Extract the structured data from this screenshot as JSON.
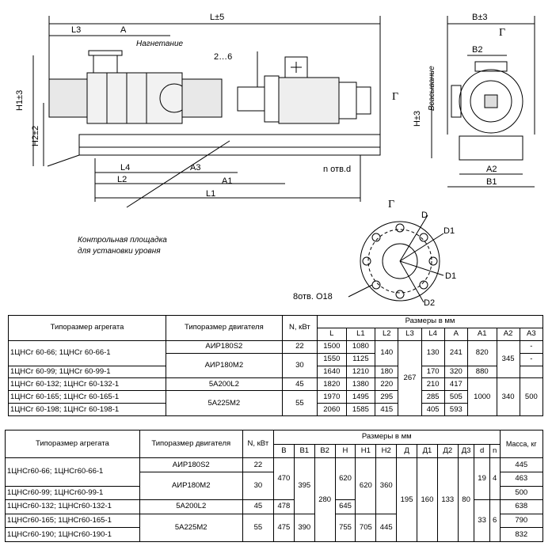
{
  "drawing": {
    "labels": {
      "L": "L±5",
      "L3": "L3",
      "A": "A",
      "nagnetanie": "Нагнетание",
      "gap": "2…6",
      "H1": "H1±3",
      "H2": "H2±2",
      "L4": "L4",
      "L2": "L2",
      "A3": "A3",
      "A1": "A1",
      "L1": "L1",
      "nholes": "n отв.d",
      "platform1": "Контрольная площадка",
      "platform2": "для установки уровня",
      "B": "B±3",
      "G": "Г",
      "B2": "B2",
      "vsasyvanie": "Всасывание",
      "H": "H±3",
      "A2": "A2",
      "B1": "B1",
      "G2": "Г",
      "G3": "Г",
      "D": "D",
      "D1a": "D1",
      "D1b": "D1",
      "D2": "D2",
      "holes": "8отв. O18"
    }
  },
  "table1": {
    "head": {
      "col1": "Типоразмер агрегата",
      "col2": "Типоразмер двигателя",
      "col3": "N, кВт",
      "group": "Размеры в мм",
      "sub": [
        "L",
        "L1",
        "L2",
        "L3",
        "L4",
        "A",
        "A1",
        "A2",
        "A3"
      ]
    },
    "rows": {
      "r1": {
        "name": "1ЦНСг 60-66; 1ЦНСг 60-66-1",
        "motor": "АИР180S2",
        "n": "22",
        "L": "1500",
        "L1": "1080",
        "A3": "-"
      },
      "r2": {
        "motor": "АИР180М2",
        "n": "30",
        "L": "1550",
        "L1": "1125",
        "A3": "-"
      },
      "r3": {
        "name": "1ЦНСг 60-99; 1ЦНСг 60-99-1",
        "L": "1640",
        "L1": "1210",
        "L2": "180",
        "L4": "170",
        "A": "320",
        "A1": "880"
      },
      "r4": {
        "name": "1ЦНСг 60-132; 1ЦНСг 60-132-1",
        "motor": "5А200L2",
        "n": "45",
        "L": "1820",
        "L1": "1380",
        "L2": "220",
        "L4": "210",
        "A": "417"
      },
      "r5": {
        "name": "1ЦНСг 60-165; 1ЦНСг 60-165-1",
        "motor": "5А225М2",
        "n": "55",
        "L": "1970",
        "L1": "1495",
        "L2": "295",
        "L4": "285",
        "A": "505"
      },
      "r6": {
        "name": "1ЦНСг 60-198; 1ЦНСг 60-198-1",
        "L": "2060",
        "L1": "1585",
        "L2": "415",
        "L4": "405",
        "A": "593"
      },
      "merged": {
        "L2a": "140",
        "L3": "267",
        "L4a": "130",
        "Aa": "241",
        "A1a": "820",
        "A2a": "345",
        "A1b": "1000",
        "A2b": "340",
        "A3b": "500"
      }
    }
  },
  "table2": {
    "head": {
      "col1": "Типоразмер агрегата",
      "col2": "Типоразмер двигателя",
      "col3": "N, кВт",
      "group": "Размеры в мм",
      "sub": [
        "B",
        "B1",
        "B2",
        "H",
        "H1",
        "H2",
        "Д",
        "Д1",
        "Д2",
        "Д3",
        "d",
        "n"
      ],
      "mass": "Масса, кг"
    },
    "rows": {
      "r1": {
        "name": "1ЦНСг60-66; 1ЦНСг60-66-1",
        "motor": "АИР180S2",
        "n": "22",
        "mass": "445"
      },
      "r2": {
        "motor": "АИР180М2",
        "n": "30",
        "mass": "463"
      },
      "r3": {
        "name": "1ЦНСг60-99; 1ЦНСг60-99-1",
        "mass": "500"
      },
      "r4": {
        "name": "1ЦНСг60-132; 1ЦНСг60-132-1",
        "motor": "5А200L2",
        "n": "45",
        "B": "478",
        "H": "645",
        "mass": "638"
      },
      "r5": {
        "name": "1ЦНСг60-165; 1ЦНСг60-165-1",
        "motor": "5А225М2",
        "n": "55",
        "mass": "790"
      },
      "r6": {
        "name": "1ЦНСг60-190; 1ЦНСг60-190-1",
        "mass": "832"
      },
      "merged": {
        "Ba": "470",
        "B1a": "395",
        "B2": "280",
        "Ha": "620",
        "H1a": "620",
        "H2a": "360",
        "D": "195",
        "D1": "160",
        "D2": "133",
        "D3": "80",
        "da": "19",
        "na": "4",
        "Bb": "475",
        "B1b": "390",
        "Hb": "755",
        "H1b": "705",
        "H2b": "445",
        "db": "33",
        "nb": "6"
      }
    }
  }
}
